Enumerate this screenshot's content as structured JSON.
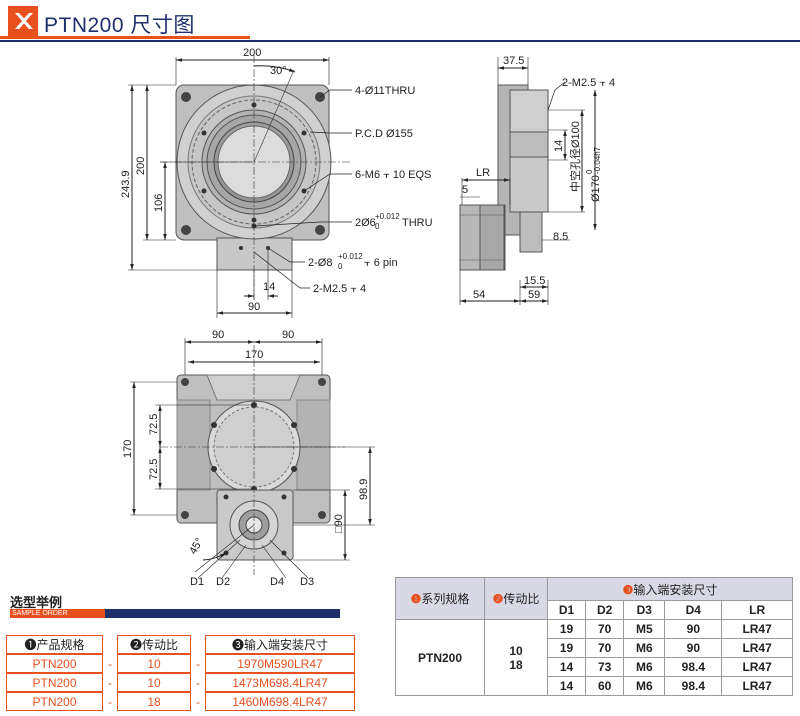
{
  "page": {
    "title": "PTN200 尺寸图",
    "brand_color": "#e8501e",
    "accent_color": "#1f2f6b"
  },
  "drawing": {
    "top_view": {
      "width_200": "200",
      "angle_30": "30°",
      "height_243_9": "243.9",
      "height_200": "200",
      "height_106": "106",
      "dim_14": "14",
      "dim_90": "90",
      "callout_thru": "4-Ø11THRU",
      "callout_pcd": "P.C.D Ø155",
      "callout_m6": "6-M6",
      "callout_m6_depth": "10 EQS",
      "callout_2d6": "2Ø6",
      "callout_2d6_tol_upper": "+0.012",
      "callout_2d6_tol_lower": "0",
      "callout_2d6_suffix": "THRU",
      "callout_2d8": "2-Ø8",
      "callout_2d8_tol_upper": "+0.012",
      "callout_2d8_tol_lower": "0",
      "callout_2d8_suffix": "6 pin",
      "callout_m25": "2-M2.5",
      "callout_m25_depth": "4"
    },
    "side_view": {
      "dim_37_5": "37.5",
      "callout_m25": "2-M2.5",
      "callout_m25_depth": "4",
      "label_lr": "LR",
      "dim_5": "5",
      "dim_14": "14",
      "dim_hollow": "中空孔径Ø100",
      "dim_170": "Ø170",
      "dim_170_tol_upper": "0",
      "dim_170_tol_lower": "-0.04h7",
      "dim_8_5": "8.5",
      "dim_15_5": "15.5",
      "dim_54": "54",
      "dim_59": "59"
    },
    "bottom_view": {
      "dim_90_left": "90",
      "dim_90_right": "90",
      "dim_170_top": "170",
      "dim_170_left": "170",
      "dim_72_5_a": "72.5",
      "dim_72_5_b": "72.5",
      "dim_98_9": "98.9",
      "dim_sq90": "□90",
      "angle_45": "45°",
      "label_d1": "D1",
      "label_d2": "D2",
      "label_d3": "D3",
      "label_d4": "D4"
    }
  },
  "example": {
    "title": "选型举例",
    "subtitle": "SAMPLE ORDER",
    "headers": [
      "❶产品规格",
      "❷传动比",
      "❸输入端安装尺寸"
    ],
    "separator": "-",
    "rows": [
      [
        "PTN200",
        "10",
        "1970M590LR47"
      ],
      [
        "PTN200",
        "10",
        "1473M698.4LR47"
      ],
      [
        "PTN200",
        "18",
        "1460M698.4LR47"
      ]
    ]
  },
  "spec_table": {
    "col_model": "系列规格",
    "col_ratio": "传动比",
    "col_input": "输入端安装尺寸",
    "num1": "❶",
    "num2": "❷",
    "num3": "❸",
    "sub_headers": [
      "D1",
      "D2",
      "D3",
      "D4",
      "LR"
    ],
    "model": "PTN200",
    "ratio_a": "10",
    "ratio_b": "18",
    "rows": [
      [
        "19",
        "70",
        "M5",
        "90",
        "LR47"
      ],
      [
        "19",
        "70",
        "M6",
        "90",
        "LR47"
      ],
      [
        "14",
        "73",
        "M6",
        "98.4",
        "LR47"
      ],
      [
        "14",
        "60",
        "M6",
        "98.4",
        "LR47"
      ]
    ]
  }
}
